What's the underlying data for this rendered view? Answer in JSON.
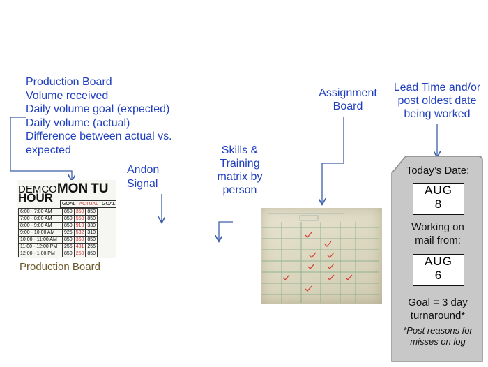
{
  "production_board_labels": {
    "lines": [
      "Production Board",
      "Volume received",
      "Daily volume goal (expected)",
      "Daily volume (actual)",
      "Difference between actual vs.",
      "expected"
    ]
  },
  "andon": {
    "line1": "Andon",
    "line2": "Signal"
  },
  "skills": {
    "line1": "Skills &",
    "line2": "Training",
    "line3": "matrix by",
    "line4": "person"
  },
  "assignment": {
    "line1": "Assignment",
    "line2": "Board"
  },
  "lead_time": {
    "line1": "Lead Time and/or",
    "line2": "post oldest date",
    "line3": "being worked"
  },
  "production_board_photo": {
    "header_left": "DEMCO",
    "header_mid": "MON",
    "header_right": "TU",
    "header_hour": "HOUR",
    "col_goal": "GOAL",
    "col_actual": "ACTUAL",
    "col_goal2": "GOAL",
    "rows": [
      {
        "time": "6:00 - 7:00 AM",
        "goal": "850",
        "actual": "350",
        "goal2": "850"
      },
      {
        "time": "7:00 - 8:00 AM",
        "goal": "850",
        "actual": "550",
        "goal2": "850"
      },
      {
        "time": "8:00 - 9:00 AM",
        "goal": "850",
        "actual": "913",
        "goal2": "330"
      },
      {
        "time": "9:00 - 10:00 AM",
        "goal": "925",
        "actual": "532",
        "goal2": "310"
      },
      {
        "time": "10:00 - 11:00 AM",
        "goal": "850",
        "actual": "360",
        "goal2": "850"
      },
      {
        "time": "11:00 - 12:00 PM",
        "goal": "255",
        "actual": "481",
        "goal2": "255"
      },
      {
        "time": "12:00 - 1:00 PM",
        "goal": "850",
        "actual": "250",
        "goal2": "850"
      }
    ],
    "caption": "Production Board"
  },
  "date_tag": {
    "todays_date_label": "Today’s Date:",
    "today_month": "AUG",
    "today_day": "8",
    "working_on_1": "Working on",
    "working_on_2": "mail from:",
    "working_month": "AUG",
    "working_day": "6",
    "goal_1": "Goal = 3 day",
    "goal_2": "turnaround*",
    "note_1": "*Post reasons for",
    "note_2": "misses on log"
  },
  "colors": {
    "label_blue": "#1f3fbf",
    "tag_grey": "#c8c8c8",
    "arrow_blue": "#3b5fa8",
    "caption_brown": "#6b5a2a"
  }
}
